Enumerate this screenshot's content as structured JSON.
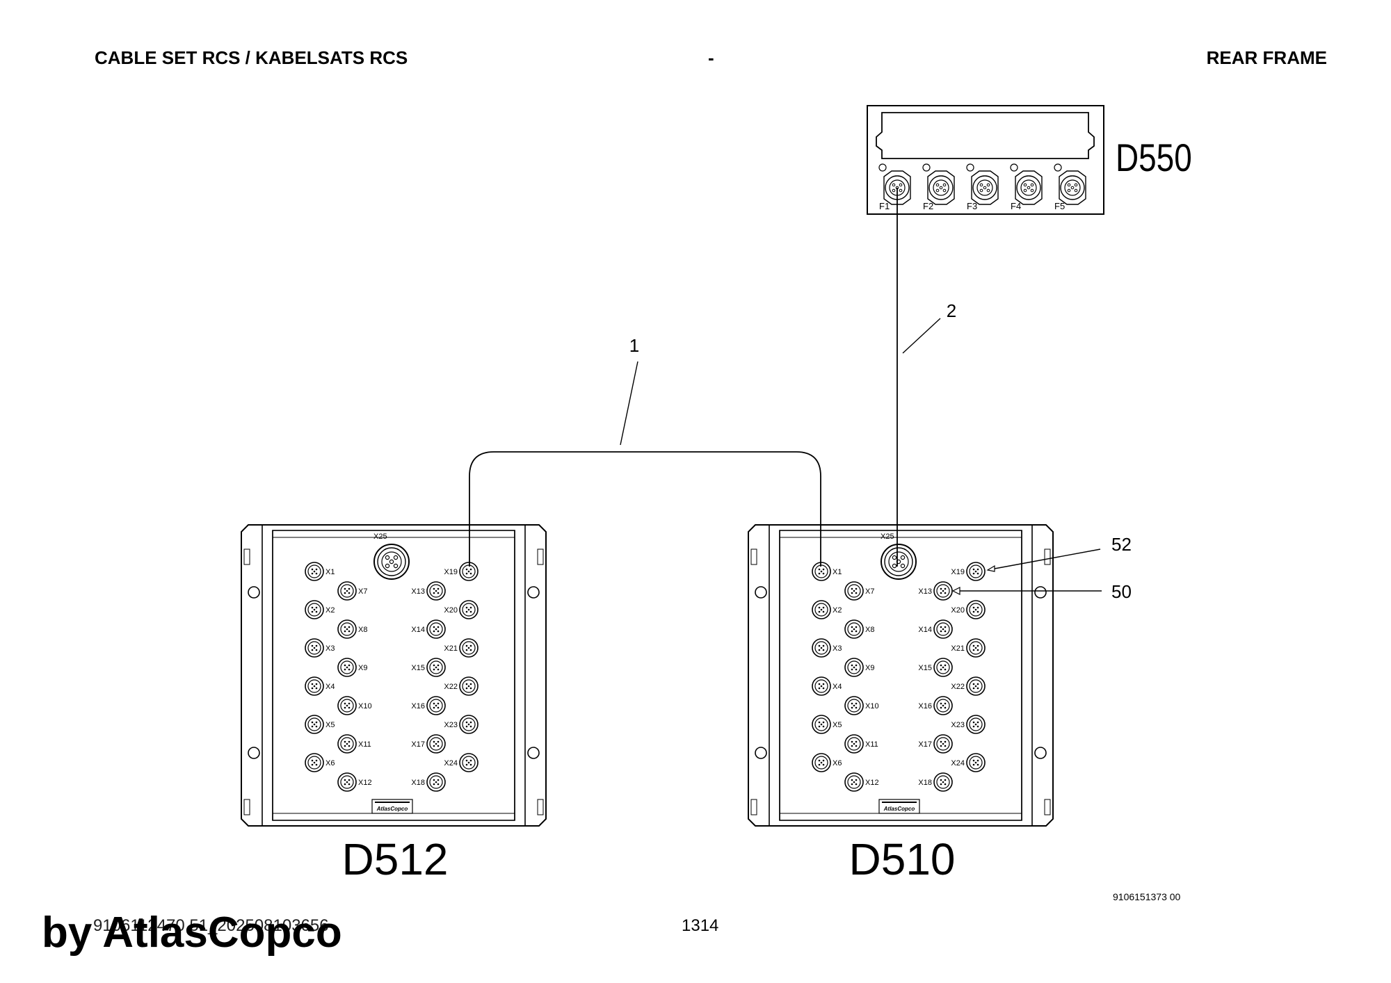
{
  "header": {
    "left": "CABLE SET RCS / KABELSATS RCS",
    "center": "-",
    "right": "REAR FRAME"
  },
  "modules": {
    "d550": {
      "label": "D550",
      "ports": [
        "F1",
        "F2",
        "F3",
        "F4",
        "F5"
      ]
    },
    "d512": {
      "label": "D512"
    },
    "d510": {
      "label": "D510"
    },
    "io_block": {
      "main_port": "X25",
      "col1": [
        "X1",
        "X2",
        "X3",
        "X4",
        "X5",
        "X6"
      ],
      "col2": [
        "X7",
        "X8",
        "X9",
        "X10",
        "X11",
        "X12"
      ],
      "col3": [
        "X13",
        "X14",
        "X15",
        "X16",
        "X17",
        "X18"
      ],
      "col4": [
        "X19",
        "X20",
        "X21",
        "X22",
        "X23",
        "X24"
      ],
      "logo": "AtlasCopco"
    }
  },
  "callouts": {
    "c1": "1",
    "c2": "2",
    "c52": "52",
    "c50": "50"
  },
  "part_code": "9106151373 00",
  "footer": {
    "doc_id": "9106112470 51_202508103656",
    "page": "1314",
    "brand": "by AtlasCopco"
  }
}
